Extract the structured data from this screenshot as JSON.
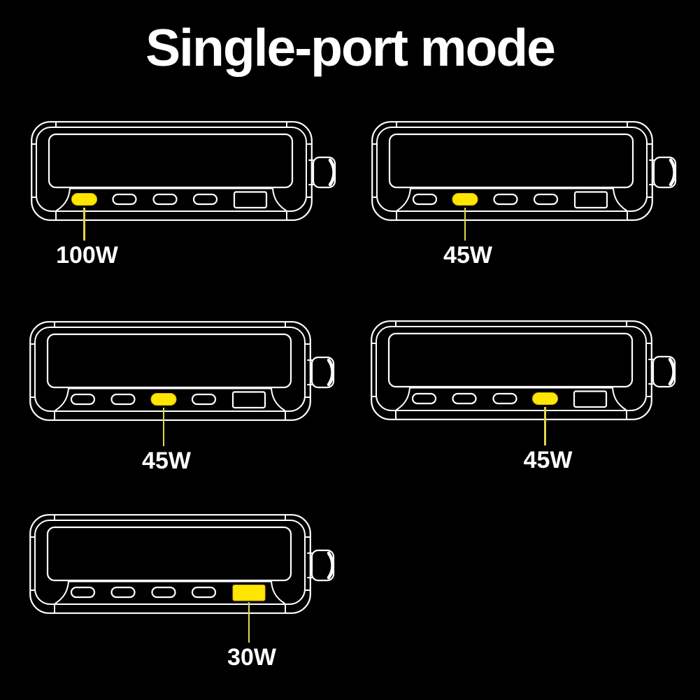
{
  "title": "Single-port mode",
  "colors": {
    "background": "#000000",
    "outline": "#ffffff",
    "highlight_fill": "#ffe600",
    "pointer_line": "#e3d54b",
    "label_text": "#ffffff"
  },
  "devices": [
    {
      "name": "power-bank-top-left",
      "ports": [
        "usb-c",
        "usb-c",
        "usb-c",
        "usb-c",
        "usb-a"
      ],
      "highlighted_port_index": 0,
      "highlighted_port_type": "usb-c",
      "wattage_label": "100W"
    },
    {
      "name": "power-bank-top-right",
      "ports": [
        "usb-c",
        "usb-c",
        "usb-c",
        "usb-c",
        "usb-a"
      ],
      "highlighted_port_index": 1,
      "highlighted_port_type": "usb-c",
      "wattage_label": "45W"
    },
    {
      "name": "power-bank-middle-left",
      "ports": [
        "usb-c",
        "usb-c",
        "usb-c",
        "usb-c",
        "usb-a"
      ],
      "highlighted_port_index": 2,
      "highlighted_port_type": "usb-c",
      "wattage_label": "45W"
    },
    {
      "name": "power-bank-middle-right",
      "ports": [
        "usb-c",
        "usb-c",
        "usb-c",
        "usb-c",
        "usb-a"
      ],
      "highlighted_port_index": 3,
      "highlighted_port_type": "usb-c",
      "wattage_label": "45W"
    },
    {
      "name": "power-bank-bottom-left",
      "ports": [
        "usb-c",
        "usb-c",
        "usb-c",
        "usb-c",
        "usb-a"
      ],
      "highlighted_port_index": 4,
      "highlighted_port_type": "usb-a",
      "wattage_label": "30W"
    }
  ]
}
